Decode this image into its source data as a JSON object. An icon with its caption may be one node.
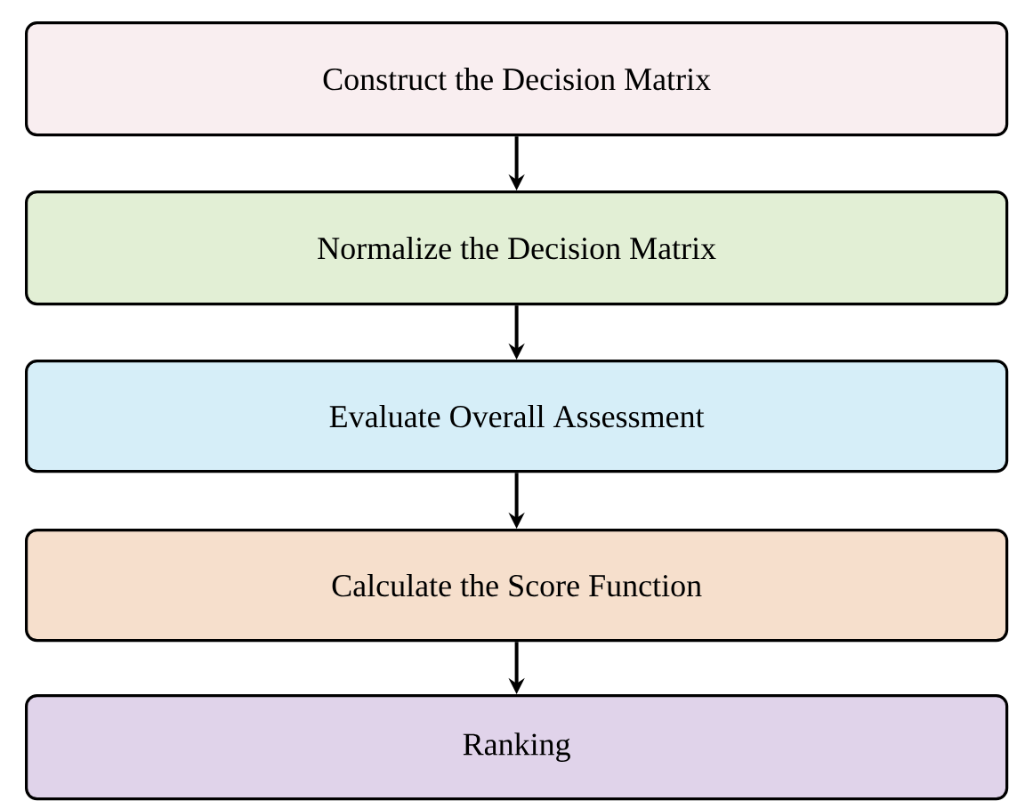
{
  "diagram": {
    "nodes": [
      {
        "text": [
          "Construct the Decision Matrix"
        ]
      },
      {
        "text": [
          "Normalize the Decision Matrix"
        ]
      },
      {
        "text": [
          "Evaluate Overall Assessment"
        ]
      },
      {
        "text": [
          "Calculate the Score Function"
        ]
      },
      {
        "text": [
          "Ranking"
        ]
      }
    ],
    "edges": [
      {
        "from": 0,
        "to": 1,
        "arrow": "to"
      },
      {
        "from": 1,
        "to": 2,
        "arrow": "to"
      },
      {
        "from": 2,
        "to": 3,
        "arrow": "to"
      },
      {
        "from": 3,
        "to": 4,
        "arrow": "to"
      }
    ]
  }
}
